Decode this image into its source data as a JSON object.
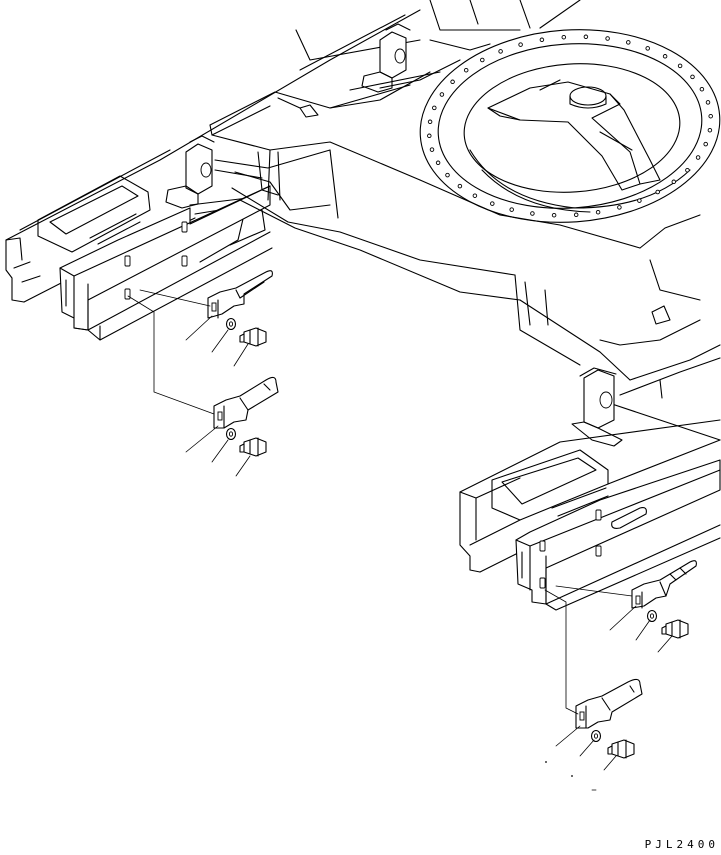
{
  "drawing": {
    "code": "PJL2400",
    "stroke_color": "#000000",
    "background": "#ffffff",
    "callouts": [
      {
        "id": "left-upper-plate"
      },
      {
        "id": "left-upper-washer"
      },
      {
        "id": "left-upper-bolt"
      },
      {
        "id": "left-lower-plate"
      },
      {
        "id": "left-lower-washer"
      },
      {
        "id": "left-lower-bolt"
      },
      {
        "id": "right-upper-plate"
      },
      {
        "id": "right-upper-washer"
      },
      {
        "id": "right-upper-bolt"
      },
      {
        "id": "right-lower-plate"
      },
      {
        "id": "right-lower-washer"
      },
      {
        "id": "right-lower-bolt"
      }
    ]
  }
}
